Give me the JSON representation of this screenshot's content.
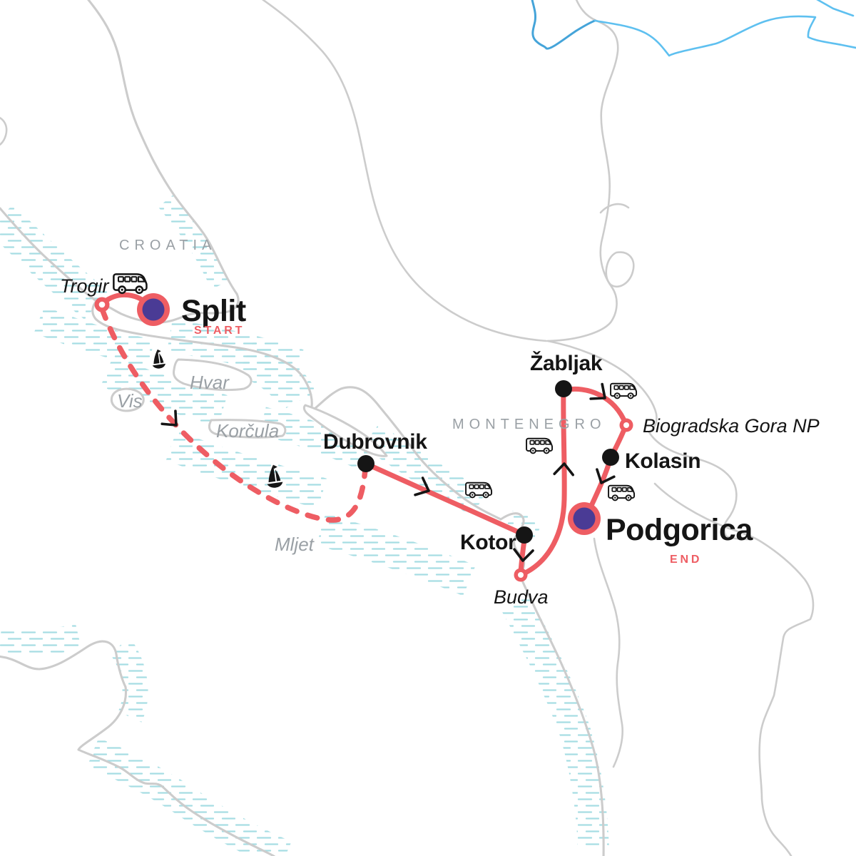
{
  "map": {
    "title": "Split to Podgorica itinerary map",
    "colors": {
      "route": "#ee5d63",
      "purple": "#4a3b95",
      "ink": "#151515",
      "land": "#cccccc",
      "hatch": "#a6dde3",
      "muted": "#9aa0a5",
      "river": "#45a4d9",
      "river_light": "#5ec0f0"
    },
    "countries": {
      "croatia": {
        "label": "CROATIA"
      },
      "montenegro": {
        "label": "MONTENEGRO"
      }
    },
    "water_labels": {
      "hvar": {
        "label": "Hvar"
      },
      "vis": {
        "label": "Vis"
      },
      "korcula": {
        "label": "Korčula"
      },
      "mljet": {
        "label": "Mljet"
      }
    },
    "stops": {
      "trogir": {
        "label": "Trogir",
        "marker": "ring"
      },
      "split": {
        "label": "Split",
        "badge": "START",
        "marker": "terminal"
      },
      "dubrovnik": {
        "label": "Dubrovnik",
        "marker": "dot"
      },
      "kotor": {
        "label": "Kotor",
        "marker": "dot"
      },
      "budva": {
        "label": "Budva",
        "marker": "ring"
      },
      "zabljak": {
        "label": "Žabljak",
        "marker": "dot"
      },
      "biogradska": {
        "label": "Biogradska Gora NP",
        "marker": "ring"
      },
      "kolasin": {
        "label": "Kolasin",
        "marker": "dot"
      },
      "podgorica": {
        "label": "Podgorica",
        "badge": "END",
        "marker": "terminal"
      }
    },
    "legs": [
      {
        "from": "Trogir",
        "to": "Split",
        "style": "solid",
        "transport": "bus"
      },
      {
        "from": "Trogir",
        "to": "Dubrovnik",
        "style": "dashed",
        "transport": "sailboat"
      },
      {
        "from": "Dubrovnik",
        "to": "Kotor",
        "style": "solid",
        "transport": "bus"
      },
      {
        "from": "Kotor",
        "to": "Budva",
        "style": "solid",
        "transport": ""
      },
      {
        "from": "Budva",
        "to": "Žabljak",
        "style": "solid",
        "transport": "bus"
      },
      {
        "from": "Žabljak",
        "to": "Biogradska Gora NP",
        "style": "solid",
        "transport": "bus"
      },
      {
        "from": "Biogradska Gora NP",
        "to": "Kolasin",
        "style": "solid",
        "transport": ""
      },
      {
        "from": "Kolasin",
        "to": "Podgorica",
        "style": "solid",
        "transport": "bus"
      }
    ],
    "icons": {
      "bus_count": 5,
      "sailboat_count": 2
    }
  }
}
